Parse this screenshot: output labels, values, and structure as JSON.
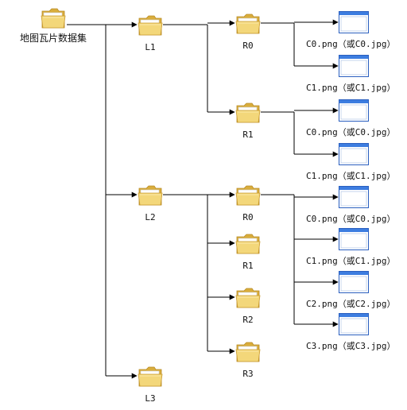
{
  "root": {
    "label": "地图瓦片数据集",
    "icon": "folder-icon"
  },
  "levels": [
    {
      "label": "L1",
      "icon": "folder-icon",
      "rows": [
        {
          "label": "R0",
          "icon": "folder-icon",
          "files": [
            {
              "label": "C0.png（或C0.jpg）",
              "icon": "image-file-icon"
            },
            {
              "label": "C1.png（或C1.jpg）",
              "icon": "image-file-icon"
            }
          ]
        },
        {
          "label": "R1",
          "icon": "folder-icon",
          "files": [
            {
              "label": "C0.png（或C0.jpg）",
              "icon": "image-file-icon"
            },
            {
              "label": "C1.png（或C1.jpg）",
              "icon": "image-file-icon"
            }
          ]
        }
      ]
    },
    {
      "label": "L2",
      "icon": "folder-icon",
      "rows": [
        {
          "label": "R0",
          "icon": "folder-icon",
          "files": [
            {
              "label": "C0.png（或C0.jpg）",
              "icon": "image-file-icon"
            },
            {
              "label": "C1.png（或C1.jpg）",
              "icon": "image-file-icon"
            },
            {
              "label": "C2.png（或C2.jpg）",
              "icon": "image-file-icon"
            },
            {
              "label": "C3.png（或C3.jpg）",
              "icon": "image-file-icon"
            }
          ]
        },
        {
          "label": "R1",
          "icon": "folder-icon",
          "files": []
        },
        {
          "label": "R2",
          "icon": "folder-icon",
          "files": []
        },
        {
          "label": "R3",
          "icon": "folder-icon",
          "files": []
        }
      ]
    },
    {
      "label": "L3",
      "icon": "folder-icon",
      "rows": []
    }
  ],
  "colors": {
    "line": "#000000",
    "folder_fill": "#f3d77a",
    "folder_dark": "#d9ad3c",
    "file_border": "#2a5fbf",
    "file_title": "#3d7de0"
  }
}
